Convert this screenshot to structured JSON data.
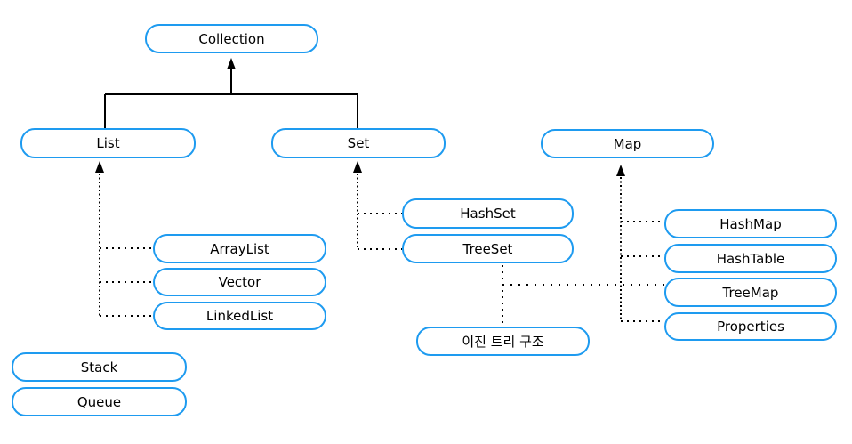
{
  "colors": {
    "node_border": "#1E9BF0",
    "node_fill": "#FFFFFF",
    "connector": "#000000",
    "text": "#000000"
  },
  "nodes": {
    "collection": "Collection",
    "list": "List",
    "set": "Set",
    "map": "Map",
    "arraylist": "ArrayList",
    "vector": "Vector",
    "linkedlist": "LinkedList",
    "stack": "Stack",
    "queue": "Queue",
    "hashset": "HashSet",
    "treeset": "TreeSet",
    "hashmap": "HashMap",
    "hashtable": "HashTable",
    "treemap": "TreeMap",
    "properties": "Properties",
    "binary_tree": "이진 트리 구조"
  },
  "edges": [
    {
      "from": "List",
      "to": "Collection",
      "style": "solid-arrow"
    },
    {
      "from": "Set",
      "to": "Collection",
      "style": "solid-arrow"
    },
    {
      "from": "ArrayList",
      "to": "List",
      "style": "dotted-arrow"
    },
    {
      "from": "Vector",
      "to": "List",
      "style": "dotted-arrow"
    },
    {
      "from": "LinkedList",
      "to": "List",
      "style": "dotted-arrow"
    },
    {
      "from": "HashSet",
      "to": "Set",
      "style": "dotted-arrow"
    },
    {
      "from": "TreeSet",
      "to": "Set",
      "style": "dotted-arrow"
    },
    {
      "from": "HashMap",
      "to": "Map",
      "style": "dotted-arrow"
    },
    {
      "from": "HashTable",
      "to": "Map",
      "style": "dotted-arrow"
    },
    {
      "from": "TreeMap",
      "to": "Map",
      "style": "dotted-arrow"
    },
    {
      "from": "Properties",
      "to": "Map",
      "style": "dotted-arrow"
    },
    {
      "from": "TreeSet",
      "to": "이진 트리 구조",
      "style": "dotted"
    },
    {
      "from": "TreeMap",
      "to": "이진 트리 구조",
      "style": "dotted"
    }
  ]
}
